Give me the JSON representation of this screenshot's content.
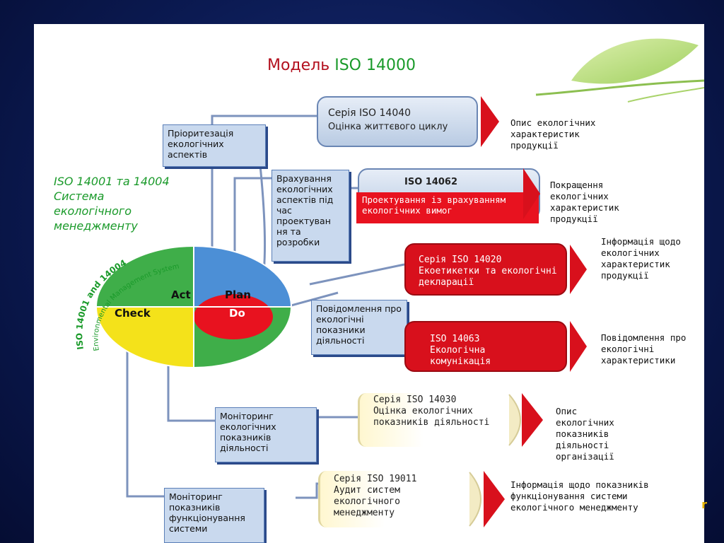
{
  "title": {
    "main": "Модель ",
    "highlight": "ISO 14000"
  },
  "side_label": {
    "line1": "ISO 14001 та 14004",
    "line2": "Система",
    "line3": "екологічного",
    "line4": "менеджменту"
  },
  "pdca": {
    "ring_text": "ISO 14001 and 14004",
    "ring_text2": "Environmental Management System",
    "act": "Act",
    "plan": "Plan",
    "check": "Check",
    "do": "Do"
  },
  "left_boxes": {
    "priority": "Пріоритезація екологічних аспектів",
    "design": "Врахування екологічних аспектів під час проектуван ня та розробки",
    "communication": "Повідомлення про екологічні показники діяльності",
    "monitoring_performance": "Моніторинг екологічних показників діяльності",
    "monitoring_functioning": "Моніторинг показників функціонування системи"
  },
  "rows": [
    {
      "id": "14040",
      "title": "Серія ISO 14040",
      "subtitle": "Оцінка життєвого циклу",
      "result": "Опис  екологічних характеристик продукції"
    },
    {
      "id": "14062",
      "title": "ISO 14062",
      "subtitle": "Проектування із врахуванням екологічних  вимог",
      "result": "Покращення екологічних характеристик продукції"
    },
    {
      "id": "14020",
      "title": "Серія ISO 14020",
      "subtitle": "Екоетикетки та екологічні декларації",
      "result": "Інформація щодо екологічних характеристик продукції"
    },
    {
      "id": "14063",
      "title": "ISO 14063",
      "subtitle": "Екологічна комунікація",
      "result": "Повідомлення про екологічні характеристики"
    },
    {
      "id": "14030",
      "title": "Серія ISO 14030",
      "subtitle": "Оцінка екологічних показників діяльності",
      "result": "Опис екологічних показників діяльності організації"
    },
    {
      "id": "19011",
      "title": "Серія ISO 19011",
      "subtitle": "Аудит систем екологічного менеджменту",
      "result": "Інформація щодо показників функціонування системи екологічного менеджменту"
    }
  ],
  "corner_char": "r",
  "colors": {
    "red": "#d8101c",
    "green": "#1a9a2a",
    "title_red": "#b3101e",
    "blue_box": "#c9d9ee",
    "background": "#0b1a52"
  }
}
